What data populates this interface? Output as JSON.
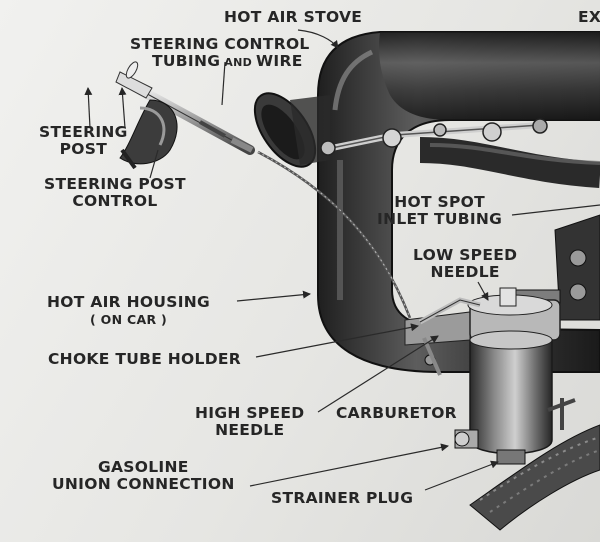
{
  "labels": {
    "hot_air_stove": "HOT AIR STOVE",
    "exhaust_partial": "EX",
    "steering_control_tubing": {
      "line1": "STEERING CONTROL",
      "line2_a": "TUBING",
      "line2_and": "AND",
      "line2_b": "WIRE"
    },
    "steering_post": {
      "line1": "STEERING",
      "line2": "POST"
    },
    "steering_post_control": {
      "line1": "STEERING  POST",
      "line2": "CONTROL"
    },
    "hot_spot_inlet_tubing": {
      "line1": "HOT  SPOT",
      "line2": "INLET TUBING"
    },
    "low_speed_needle": {
      "line1": "LOW  SPEED",
      "line2": "NEEDLE"
    },
    "hot_air_housing": {
      "line1": "HOT  AIR  HOUSING",
      "line2": "( ON  CAR )"
    },
    "choke_tube_holder": "CHOKE TUBE HOLDER",
    "high_speed_needle": {
      "line1": "HIGH  SPEED",
      "line2": "NEEDLE"
    },
    "carburetor": "CARBURETOR",
    "gasoline_union_connection": {
      "line1": "GASOLINE",
      "line2": "UNION  CONNECTION"
    },
    "strainer_plug": "STRAINER PLUG"
  }
}
